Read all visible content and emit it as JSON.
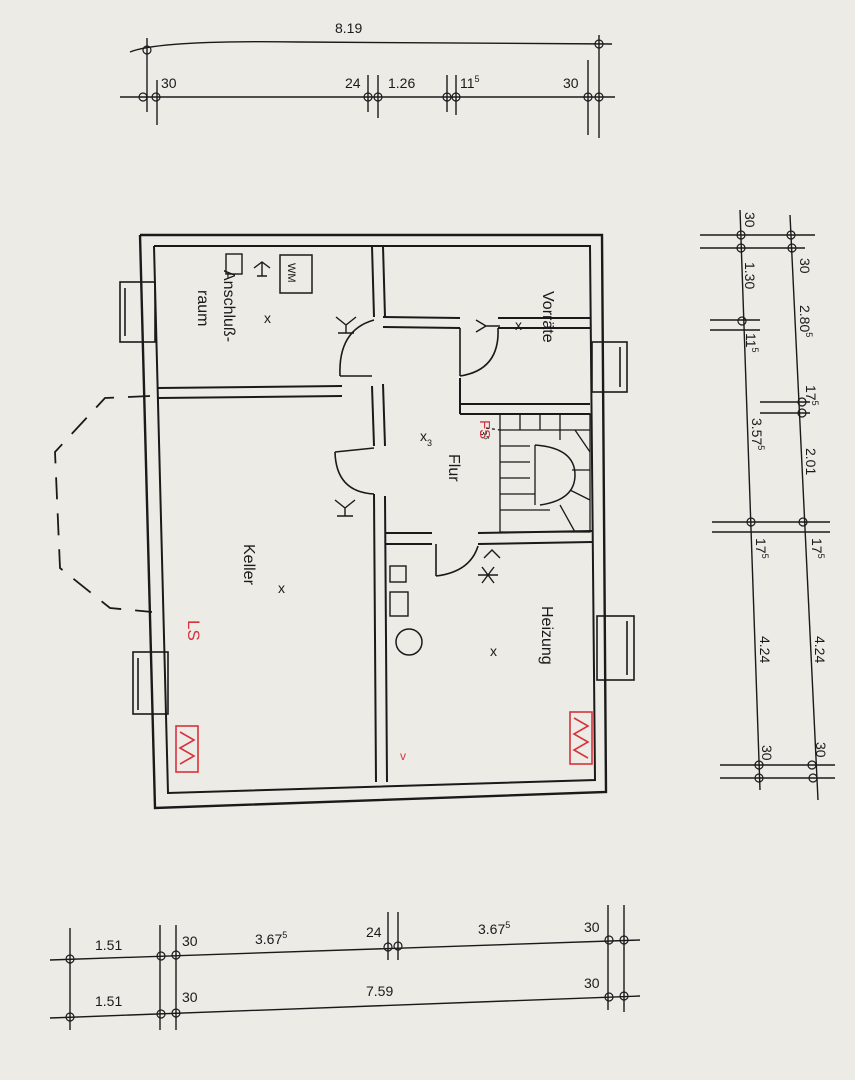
{
  "top_dimensions": {
    "overall": "8.19",
    "left_wall": "30",
    "inner_wall": "24",
    "door_width": "1.26",
    "offset": "11",
    "offset_sup": "5",
    "right_wall": "30"
  },
  "right_dimensions": {
    "outer_col": {
      "top": "30",
      "first": "1.30",
      "small": "11",
      "small_sup": "5",
      "middle": "3.57",
      "middle_sup": "5",
      "wall": "17",
      "wall_sup": "5",
      "lower": "4.24",
      "bottom": "30"
    },
    "inner_col": {
      "top": "30",
      "first": "2.80",
      "first_sup": "5",
      "wall1": "17",
      "wall1_sup": "5",
      "middle": "2.01",
      "wall2": "17",
      "wall2_sup": "5",
      "lower": "4.24",
      "bottom": "30"
    }
  },
  "bottom_dimensions": {
    "row1": [
      "1.51",
      "30",
      "3.67",
      "24",
      "3.67",
      "30"
    ],
    "row1_sup": "5",
    "row2": [
      "1.51",
      "30",
      "7.59",
      "30"
    ]
  },
  "rooms": {
    "anschluss_line1": "Anschluß-",
    "anschluss_line2": "raum",
    "vorraete": "Vorräte",
    "flur": "Flur",
    "keller": "Keller",
    "heizung": "Heizung",
    "flur_mark": "x",
    "flur_mark_sub": "3",
    "center_mark": "x"
  },
  "fixtures": {
    "wm": "WM",
    "stair_dim_main": "3",
    "stair_dim_sup": "5"
  },
  "annotations": {
    "flur_red": "FS",
    "keller_red": "LS",
    "tick": "v"
  },
  "colors": {
    "ink": "#1a1a1a",
    "paper": "#ecebe6",
    "red": "#d8323c"
  }
}
